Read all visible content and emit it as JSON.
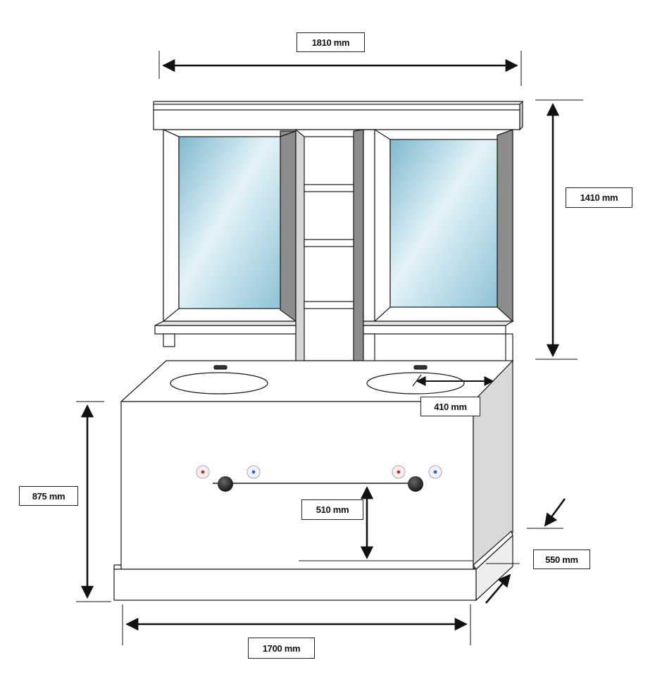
{
  "dimensions": {
    "total_width": "1810 mm",
    "total_height": "1410 mm",
    "basin_width": "410 mm",
    "cabinet_height": "875 mm",
    "tap_height": "510 mm",
    "depth": "550 mm",
    "cabinet_width": "1700 mm"
  },
  "colors": {
    "outline": "#1a1a1a",
    "panel": "#ffffff",
    "side_shade": "#d9d9d9",
    "frame_shade": "#8a8a8a",
    "mirror_light": "#dff1f7",
    "mirror_dark": "#7bb7cc",
    "hot_tap": "#c23030",
    "cold_tap": "#3a5fc2"
  },
  "icons": [
    "hot-tap-icon",
    "cold-tap-icon",
    "knob-icon",
    "drain-icon"
  ]
}
